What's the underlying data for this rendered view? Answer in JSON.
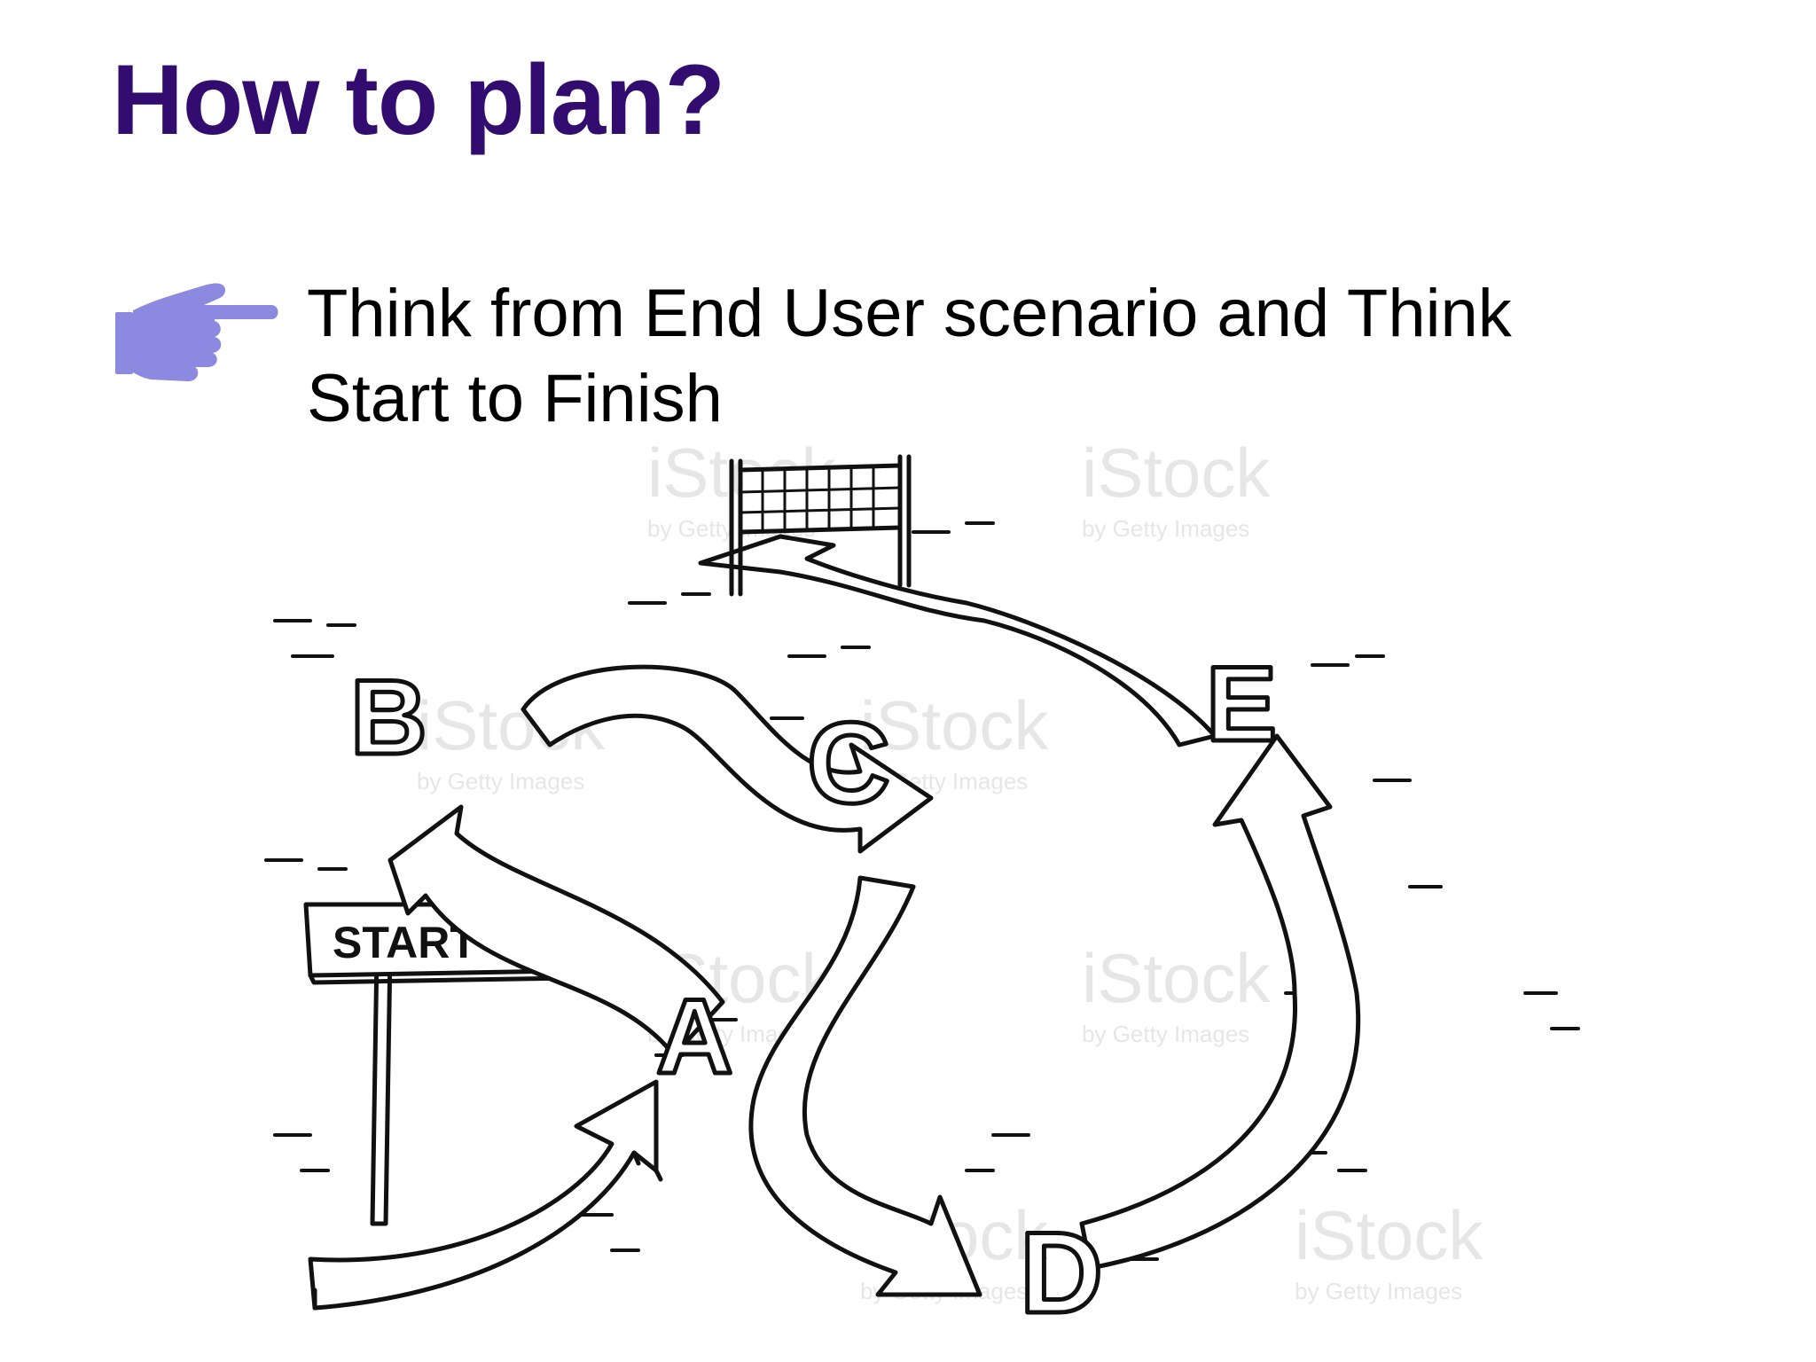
{
  "slide": {
    "title": "How to plan?",
    "bullet": {
      "icon": "pointing-hand-icon",
      "icon_color": "#8b89e0",
      "line1": "Think from End User scenario and Think",
      "line2": "Start to Finish"
    },
    "title_color": "#320c6e"
  },
  "illustration": {
    "signpost_label": "START",
    "waypoints": [
      "A",
      "B",
      "C",
      "D",
      "E"
    ],
    "watermark": {
      "brand": "iStock",
      "tagline": "by Getty Images"
    }
  }
}
